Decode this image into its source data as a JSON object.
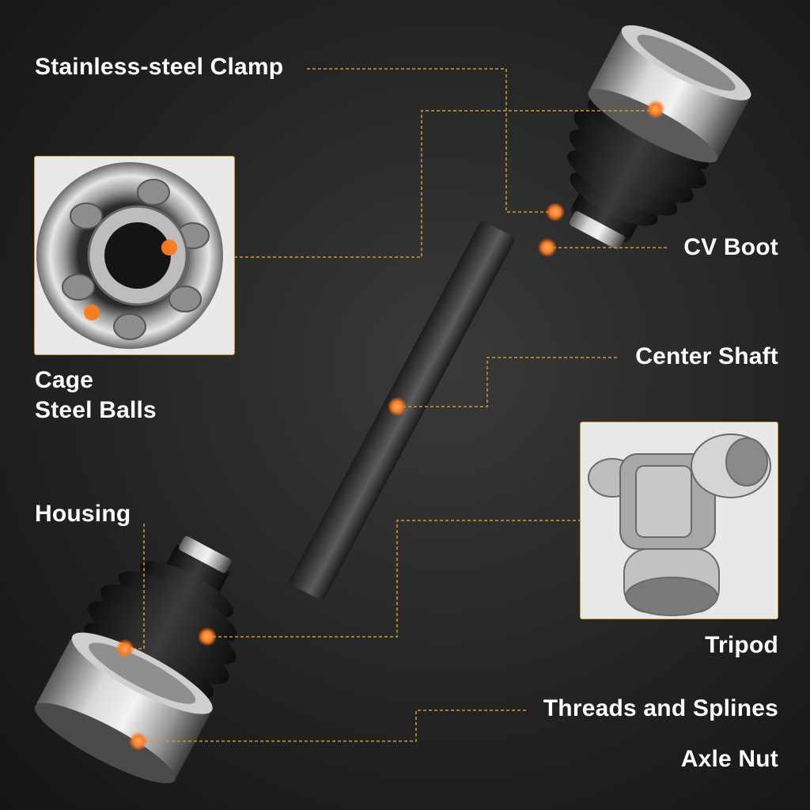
{
  "labels": {
    "clamp": "Stainless-steel Clamp",
    "cv_boot": "CV Boot",
    "center_shaft": "Center Shaft",
    "cage": "Cage",
    "steel_balls": "Steel Balls",
    "housing": "Housing",
    "tripod": "Tripod",
    "threads": "Threads and Splines",
    "axle_nut": "Axle Nut"
  },
  "colors": {
    "leader_line": "#d49a2a",
    "marker": "#ff7a1a",
    "text": "#ffffff"
  }
}
